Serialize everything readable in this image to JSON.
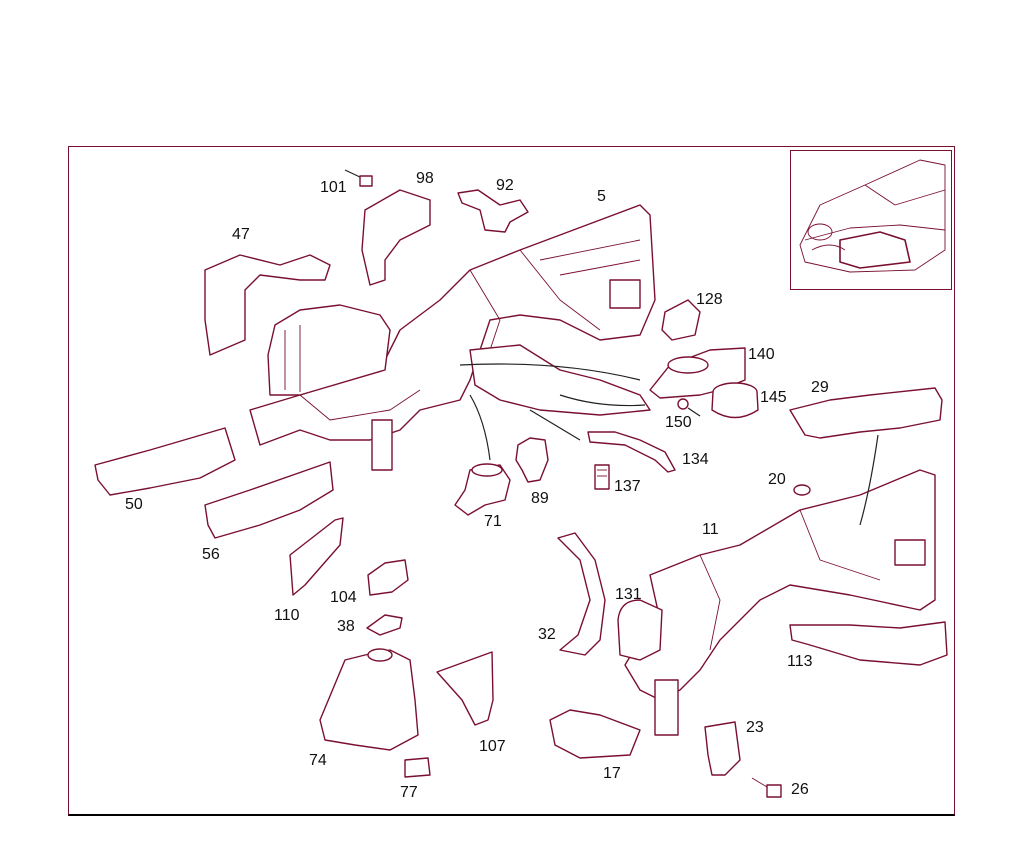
{
  "labels": {
    "p5": "5",
    "p11": "11",
    "p17": "17",
    "p20": "20",
    "p23": "23",
    "p26": "26",
    "p29": "29",
    "p32": "32",
    "p38": "38",
    "p47": "47",
    "p50": "50",
    "p56": "56",
    "p71": "71",
    "p74": "74",
    "p77": "77",
    "p89": "89",
    "p92": "92",
    "p98": "98",
    "p101": "101",
    "p104": "104",
    "p107": "107",
    "p110": "110",
    "p113": "113",
    "p128": "128",
    "p131": "131",
    "p134": "134",
    "p137": "137",
    "p140": "140",
    "p145": "145",
    "p150": "150"
  },
  "colors": {
    "line": "#7a1030",
    "text": "#111111",
    "background": "#ffffff"
  }
}
